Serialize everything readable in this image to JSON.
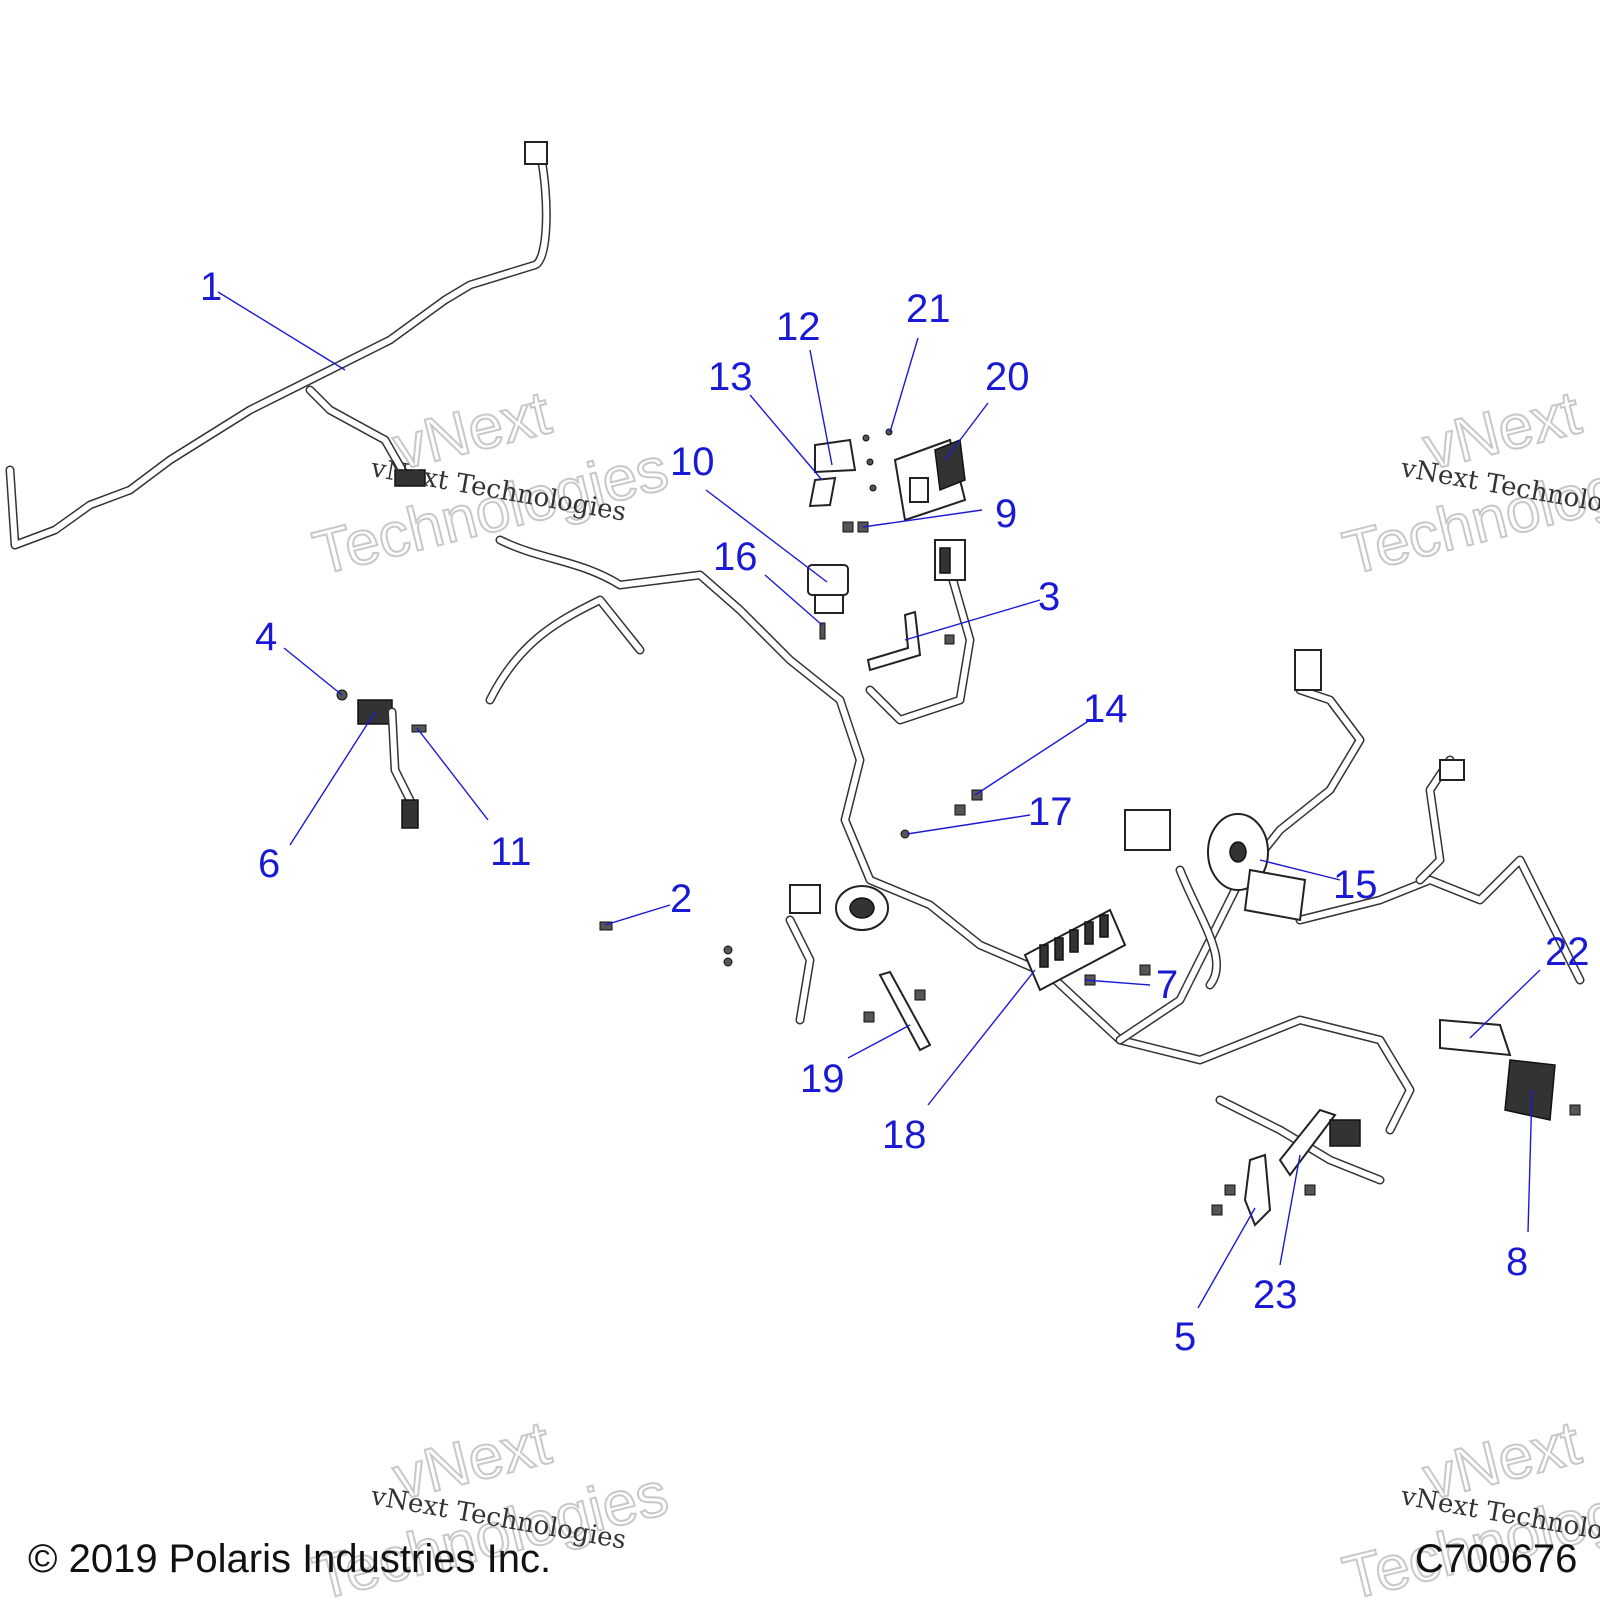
{
  "diagram": {
    "callouts": [
      {
        "label": "1"
      },
      {
        "label": "2"
      },
      {
        "label": "3"
      },
      {
        "label": "4"
      },
      {
        "label": "5"
      },
      {
        "label": "6"
      },
      {
        "label": "7"
      },
      {
        "label": "8"
      },
      {
        "label": "9"
      },
      {
        "label": "10"
      },
      {
        "label": "11"
      },
      {
        "label": "12"
      },
      {
        "label": "13"
      },
      {
        "label": "14"
      },
      {
        "label": "15"
      },
      {
        "label": "16"
      },
      {
        "label": "17"
      },
      {
        "label": "18"
      },
      {
        "label": "19"
      },
      {
        "label": "20"
      },
      {
        "label": "21"
      },
      {
        "label": "22"
      },
      {
        "label": "23"
      }
    ],
    "callout_color": "#1a1ad6"
  },
  "watermark": {
    "line_small": "vNext Technologies",
    "line_big_1": "vNext",
    "line_big_2": "Technologies"
  },
  "footer": {
    "copyright": "© 2019 Polaris Industries Inc.",
    "figure_code": "C700676"
  }
}
